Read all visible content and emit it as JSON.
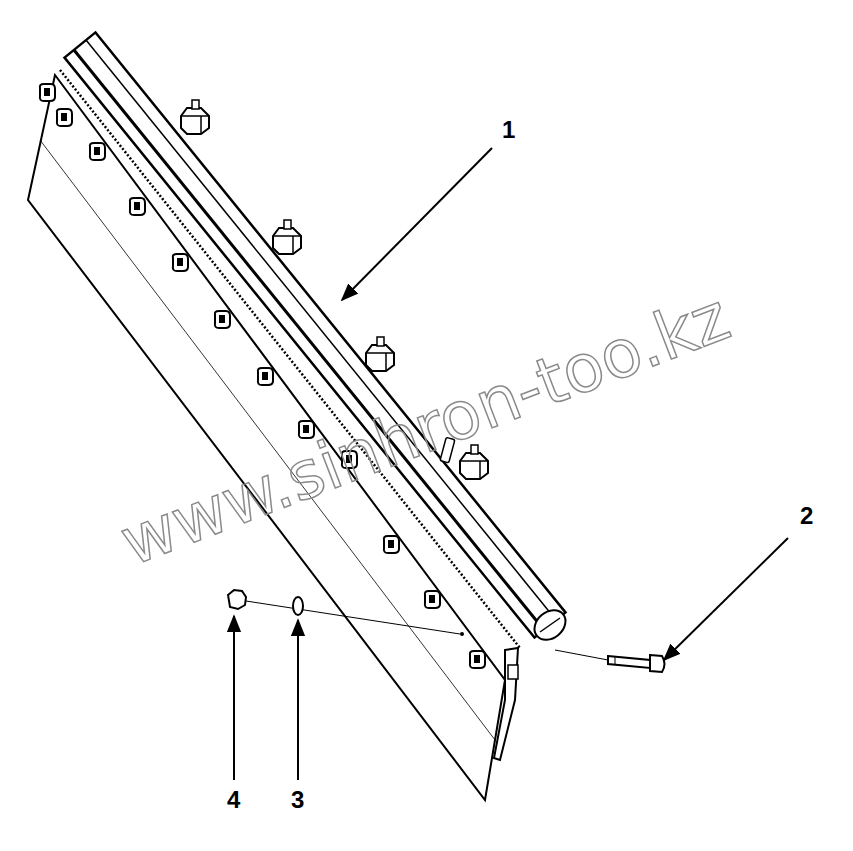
{
  "diagram": {
    "labels": [
      "1",
      "2",
      "3",
      "4",
      "www.sinhron-too.kz"
    ]
  }
}
